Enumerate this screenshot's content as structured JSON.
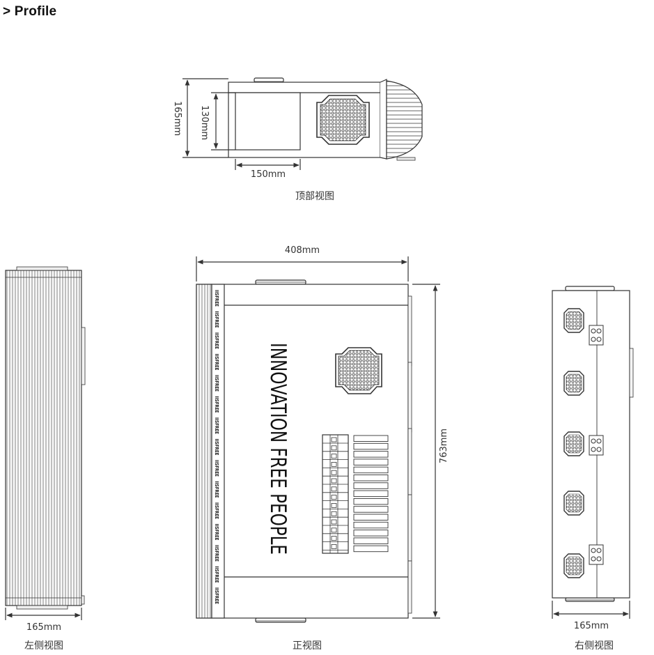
{
  "header": {
    "marker": ">",
    "title": "Profile"
  },
  "top_view": {
    "caption": "顶部视图",
    "dim_width": "150mm",
    "dim_height_outer": "165mm",
    "dim_height_inner": "130mm"
  },
  "front_view": {
    "caption": "正视图",
    "dim_width": "408mm",
    "dim_height": "763mm",
    "slogan": "INNOVATION FREE PEOPLE",
    "brand_strip_text": "IISFREE"
  },
  "left_view": {
    "caption": "左侧视图",
    "dim_width": "165mm"
  },
  "right_view": {
    "caption": "右侧视图",
    "dim_width": "165mm"
  },
  "colors": {
    "stroke": "#333333",
    "fin_fill": "#f2f2f2",
    "grille": "#2b2b2b"
  }
}
